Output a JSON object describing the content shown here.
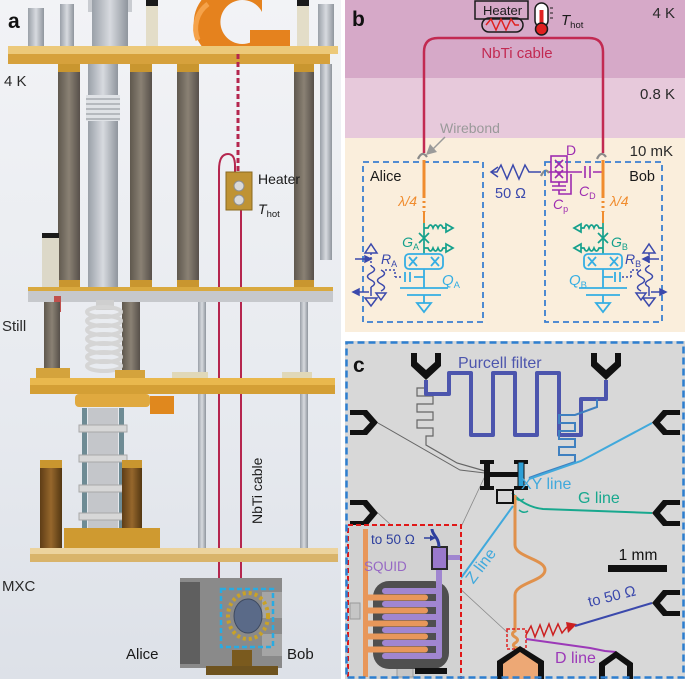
{
  "figure": {
    "type": "three-panel cryogenic experiment figure",
    "panels": [
      "a",
      "b",
      "c"
    ]
  },
  "colors": {
    "crimson_cable": "#c22a52",
    "lambda_orange": "#f08c2e",
    "coupler_teal": "#14a08c",
    "qubit_blue": "#35aee3",
    "readout_blue": "#3b49ac",
    "d_purple": "#9d2bb0",
    "dashed_box_blue": "#3a7fd0",
    "panel_c_border": "#2e7fd0",
    "purcell_indigo": "#4c55ad",
    "xy_cyan": "#41a9dc",
    "g_line_teal": "#18a88e",
    "d_line_purple": "#9c39b8",
    "resistor_red": "#d42020",
    "band_4k": "#d6a9c8",
    "band_08k": "#e7c9db",
    "band_10mk": "#faeedc",
    "chip_gray": "#d8d8d8"
  },
  "a": {
    "label": "a",
    "temp_4k": "4 K",
    "still": "Still",
    "mxc": "MXC",
    "heater": "Heater",
    "t_main": "T",
    "t_sub": "hot",
    "nbti": "NbTi cable",
    "alice": "Alice",
    "bob": "Bob"
  },
  "b": {
    "label": "b",
    "temp_4k": "4 K",
    "temp_08k": "0.8 K",
    "temp_10mk": "10 mK",
    "heater": "Heater",
    "t_main": "T",
    "t_sub": "hot",
    "nbti": "NbTi cable",
    "wirebond": "Wirebond",
    "alice": "Alice",
    "bob": "Bob",
    "lambda_quarter": "λ/4",
    "fifty_ohm": "50 Ω",
    "d_port": "D",
    "cap_c": "C",
    "sub_p": "p",
    "sub_d": "D",
    "g_main": "G",
    "r_main": "R",
    "q_main": "Q",
    "sub_a": "A",
    "sub_b": "B"
  },
  "c": {
    "label": "c",
    "purcell": "Purcell filter",
    "xy_line": "XY line",
    "g_line": "G line",
    "z_line": "Z line",
    "d_line": "D line",
    "to_fifty": "to 50 Ω",
    "to_fifty_inset": "to 50 Ω",
    "squid": "SQUID",
    "scale": "1 mm"
  }
}
